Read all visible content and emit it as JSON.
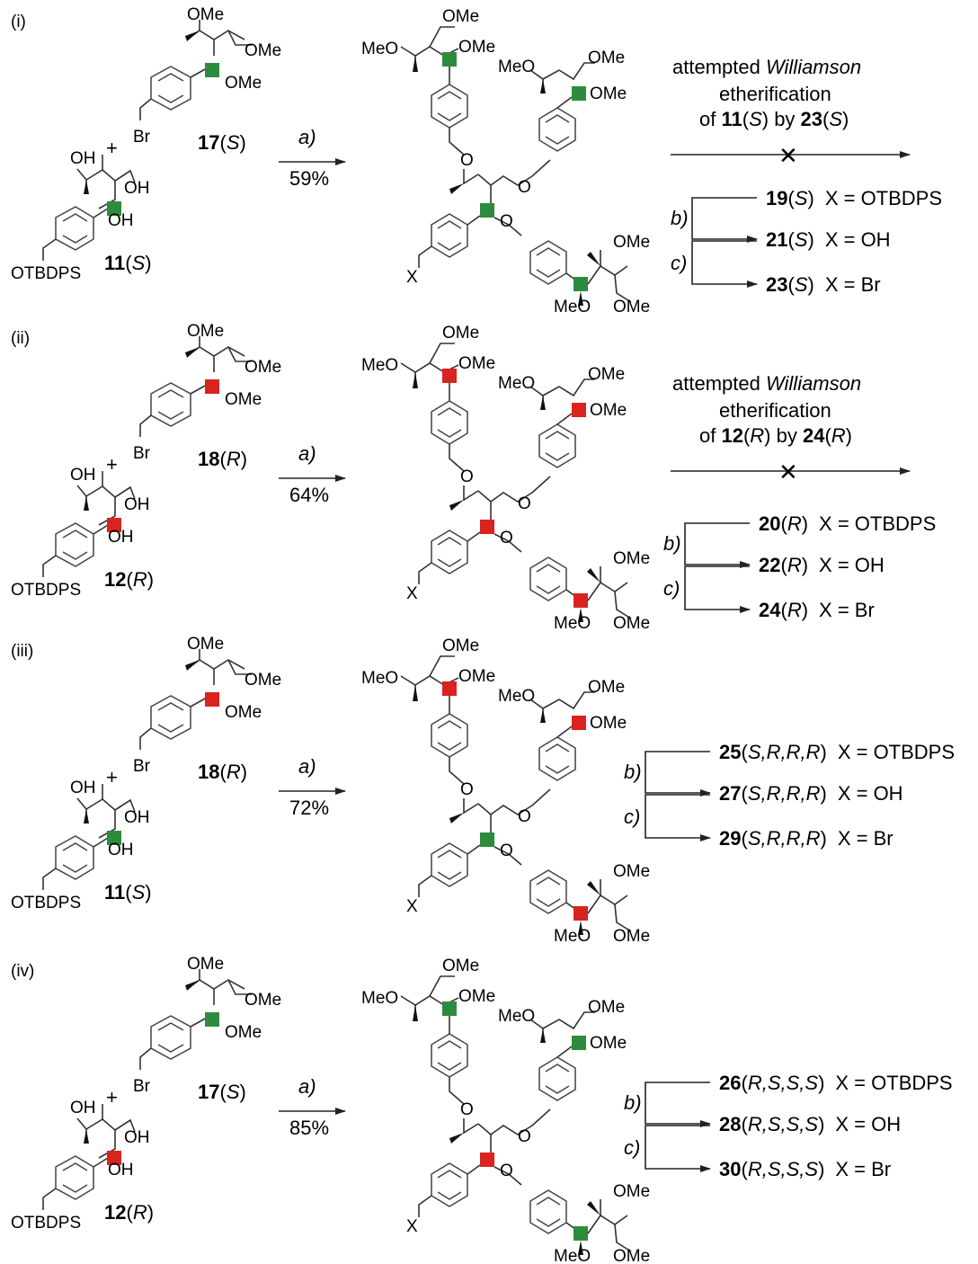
{
  "colors": {
    "S": "#2e8b3e",
    "R": "#d9231f"
  },
  "panels": [
    {
      "label": "(i)",
      "diol": {
        "OH1": "OH",
        "OH2": "OH",
        "OH3": "OH",
        "protect": "OTBDPS",
        "num": "11",
        "cfg": "S"
      },
      "plus": "+",
      "bromide": {
        "OMe1": "OMe",
        "OMe2": "OMe",
        "OMe3": "OMe",
        "Br": "Br",
        "num": "17",
        "cfg": "S"
      },
      "conditions": {
        "reagent": "a)",
        "yield": "59%"
      },
      "product": {
        "MeO1": "MeO",
        "OMe1": "OMe",
        "OMe2": "OMe",
        "MeO2": "MeO",
        "OMe3": "OMe",
        "OMe4": "OMe",
        "OMe5": "OMe",
        "MeO3": "MeO",
        "X": "X"
      },
      "attempt": {
        "line1": "attempted Williamson",
        "line2": "etherification",
        "of": "of ",
        "num1": "11",
        "cfg1": "S",
        "by": " by ",
        "num2": "23",
        "cfg2": "S",
        "cross": "✕"
      },
      "steps": [
        {
          "num": "19",
          "cfg": "S",
          "x": "X = OTBDPS"
        },
        {
          "num": "21",
          "cfg": "S",
          "x": "X = OH"
        },
        {
          "num": "23",
          "cfg": "S",
          "x": "X = Br"
        }
      ],
      "step_b": "b)",
      "step_c": "c)"
    },
    {
      "label": "(ii)",
      "diol": {
        "OH1": "OH",
        "OH2": "OH",
        "OH3": "OH",
        "protect": "OTBDPS",
        "num": "12",
        "cfg": "R"
      },
      "plus": "+",
      "bromide": {
        "OMe1": "OMe",
        "OMe2": "OMe",
        "OMe3": "OMe",
        "Br": "Br",
        "num": "18",
        "cfg": "R"
      },
      "conditions": {
        "reagent": "a)",
        "yield": "64%"
      },
      "product": {
        "MeO1": "MeO",
        "OMe1": "OMe",
        "OMe2": "OMe",
        "MeO2": "MeO",
        "OMe3": "OMe",
        "OMe4": "OMe",
        "OMe5": "OMe",
        "MeO3": "MeO",
        "X": "X"
      },
      "attempt": {
        "line1": "attempted Williamson",
        "line2": "etherification",
        "of": "of ",
        "num1": "12",
        "cfg1": "R",
        "by": " by ",
        "num2": "24",
        "cfg2": "R",
        "cross": "✕"
      },
      "steps": [
        {
          "num": "20",
          "cfg": "R",
          "x": "X = OTBDPS"
        },
        {
          "num": "22",
          "cfg": "R",
          "x": "X = OH"
        },
        {
          "num": "24",
          "cfg": "R",
          "x": "X = Br"
        }
      ],
      "step_b": "b)",
      "step_c": "c)"
    },
    {
      "label": "(iii)",
      "diol": {
        "OH1": "OH",
        "OH2": "OH",
        "OH3": "OH",
        "protect": "OTBDPS",
        "num": "11",
        "cfg": "S"
      },
      "plus": "+",
      "bromide": {
        "OMe1": "OMe",
        "OMe2": "OMe",
        "OMe3": "OMe",
        "Br": "Br",
        "num": "18",
        "cfg": "R"
      },
      "conditions": {
        "reagent": "a)",
        "yield": "72%"
      },
      "product": {
        "MeO1": "MeO",
        "OMe1": "OMe",
        "OMe2": "OMe",
        "MeO2": "MeO",
        "OMe3": "OMe",
        "OMe4": "OMe",
        "OMe5": "OMe",
        "MeO3": "MeO",
        "X": "X"
      },
      "steps": [
        {
          "num": "25",
          "cfg": "S,R,R,R",
          "x": "X = OTBDPS"
        },
        {
          "num": "27",
          "cfg": "S,R,R,R",
          "x": "X = OH"
        },
        {
          "num": "29",
          "cfg": "S,R,R,R",
          "x": "X = Br"
        }
      ],
      "step_b": "b)",
      "step_c": "c)"
    },
    {
      "label": "(iv)",
      "diol": {
        "OH1": "OH",
        "OH2": "OH",
        "OH3": "OH",
        "protect": "OTBDPS",
        "num": "12",
        "cfg": "R"
      },
      "plus": "+",
      "bromide": {
        "OMe1": "OMe",
        "OMe2": "OMe",
        "OMe3": "OMe",
        "Br": "Br",
        "num": "17",
        "cfg": "S"
      },
      "conditions": {
        "reagent": "a)",
        "yield": "85%"
      },
      "product": {
        "MeO1": "MeO",
        "OMe1": "OMe",
        "OMe2": "OMe",
        "MeO2": "MeO",
        "OMe3": "OMe",
        "OMe4": "OMe",
        "OMe5": "OMe",
        "MeO3": "MeO",
        "X": "X"
      },
      "steps": [
        {
          "num": "26",
          "cfg": "R,S,S,S",
          "x": "X = OTBDPS"
        },
        {
          "num": "28",
          "cfg": "R,S,S,S",
          "x": "X = OH"
        },
        {
          "num": "30",
          "cfg": "R,S,S,S",
          "x": "X = Br"
        }
      ],
      "step_b": "b)",
      "step_c": "c)"
    }
  ]
}
